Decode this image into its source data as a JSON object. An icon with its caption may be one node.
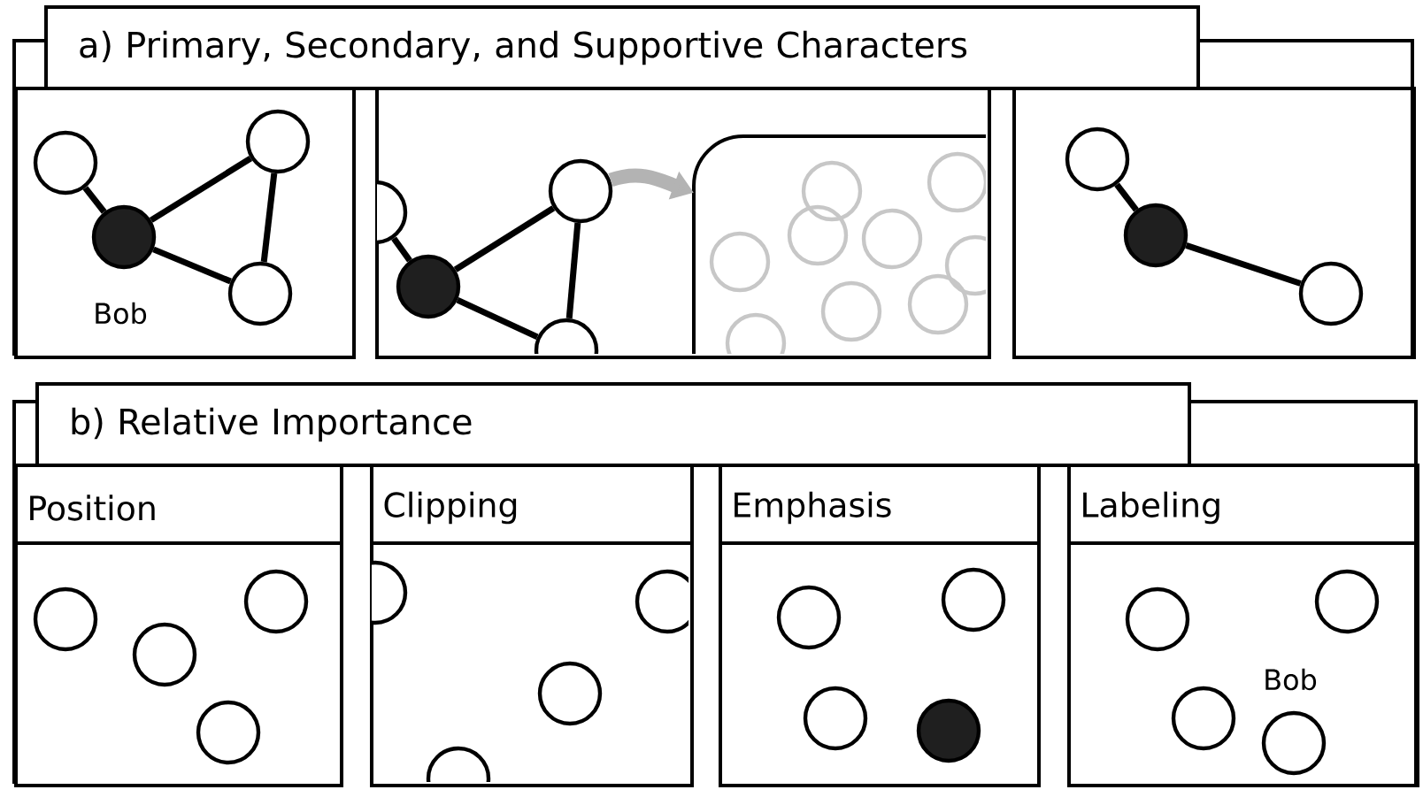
{
  "diagram": {
    "nodes": [
      {
        "text": [
          "a) Primary, Secondary, and Supportive Characters"
        ]
      },
      {
        "text": [],
        "shape": "box"
      },
      {
        "text": [],
        "shape": "circle",
        "in": 1
      },
      {
        "text": [],
        "shape": "circle",
        "in": 1,
        "beside": [
          "Bob"
        ]
      },
      {
        "text": [],
        "shape": "circle",
        "in": 1
      },
      {
        "text": [],
        "shape": "circle",
        "in": 1
      },
      {
        "text": [],
        "shape": "box"
      },
      {
        "text": [],
        "shape": "circle"
      },
      {
        "text": [],
        "shape": "circle",
        "in": 6
      },
      {
        "text": [],
        "shape": "circle",
        "in": 6
      },
      {
        "text": [],
        "shape": "circle",
        "in": 6
      },
      {
        "text": [],
        "shape": "box",
        "in": 6
      },
      {
        "text": [],
        "shape": "circle",
        "in": 11
      },
      {
        "text": [],
        "shape": "circle",
        "in": 11
      },
      {
        "text": [],
        "shape": "circle",
        "in": 11
      },
      {
        "text": [],
        "shape": "circle",
        "in": 11
      },
      {
        "text": [],
        "shape": "circle",
        "in": 11
      },
      {
        "text": [],
        "shape": "circle",
        "in": 11
      },
      {
        "text": [],
        "shape": "circle",
        "in": 11
      },
      {
        "text": [],
        "shape": "circle",
        "in": 11
      },
      {
        "text": [],
        "shape": "circle",
        "in": 11
      },
      {
        "text": [],
        "shape": "box"
      },
      {
        "text": [],
        "shape": "circle",
        "in": 21
      },
      {
        "text": [],
        "shape": "circle",
        "in": 21
      },
      {
        "text": [],
        "shape": "circle",
        "in": 21
      },
      {
        "text": [
          "b) Relative Importance"
        ]
      },
      {
        "text": [
          "Position"
        ]
      },
      {
        "text": [],
        "shape": "circle",
        "in": 26
      },
      {
        "text": [],
        "shape": "circle",
        "in": 26
      },
      {
        "text": [],
        "shape": "circle",
        "in": 26
      },
      {
        "text": [],
        "shape": "circle",
        "in": 26
      },
      {
        "text": [
          "Clipping"
        ]
      },
      {
        "text": [],
        "shape": "circle"
      },
      {
        "text": [],
        "shape": "circle",
        "in": 31
      },
      {
        "text": [],
        "shape": "circle",
        "in": 31
      },
      {
        "text": [],
        "shape": "circle",
        "in": 31
      },
      {
        "text": [
          "Emphasis"
        ]
      },
      {
        "text": [],
        "shape": "circle",
        "in": 36
      },
      {
        "text": [],
        "shape": "circle",
        "in": 36
      },
      {
        "text": [],
        "shape": "circle",
        "in": 36
      },
      {
        "text": [],
        "shape": "circle",
        "in": 36
      },
      {
        "text": [
          "Labeling"
        ]
      },
      {
        "text": [],
        "shape": "circle",
        "in": 41
      },
      {
        "text": [],
        "shape": "circle",
        "in": 41
      },
      {
        "text": [],
        "shape": "circle",
        "in": 41
      },
      {
        "text": [],
        "shape": "circle",
        "in": 41,
        "beside": [
          "Bob"
        ]
      }
    ],
    "edges": [
      {
        "from": 2,
        "to": 3,
        "arrow": "none"
      },
      {
        "from": 3,
        "to": 4,
        "arrow": "none"
      },
      {
        "from": 3,
        "to": 5,
        "arrow": "none"
      },
      {
        "from": 4,
        "to": 5,
        "arrow": "none"
      },
      {
        "from": 7,
        "to": 8,
        "arrow": "none"
      },
      {
        "from": 8,
        "to": 9,
        "arrow": "none"
      },
      {
        "from": 8,
        "to": 10,
        "arrow": "none"
      },
      {
        "from": 9,
        "to": 10,
        "arrow": "none"
      },
      {
        "from": 9,
        "to": 11,
        "arrow": "to",
        "style": "thick",
        "color": "#b3b3b3"
      },
      {
        "from": 22,
        "to": 23,
        "arrow": "none"
      },
      {
        "from": 23,
        "to": 24,
        "arrow": "none"
      }
    ]
  }
}
